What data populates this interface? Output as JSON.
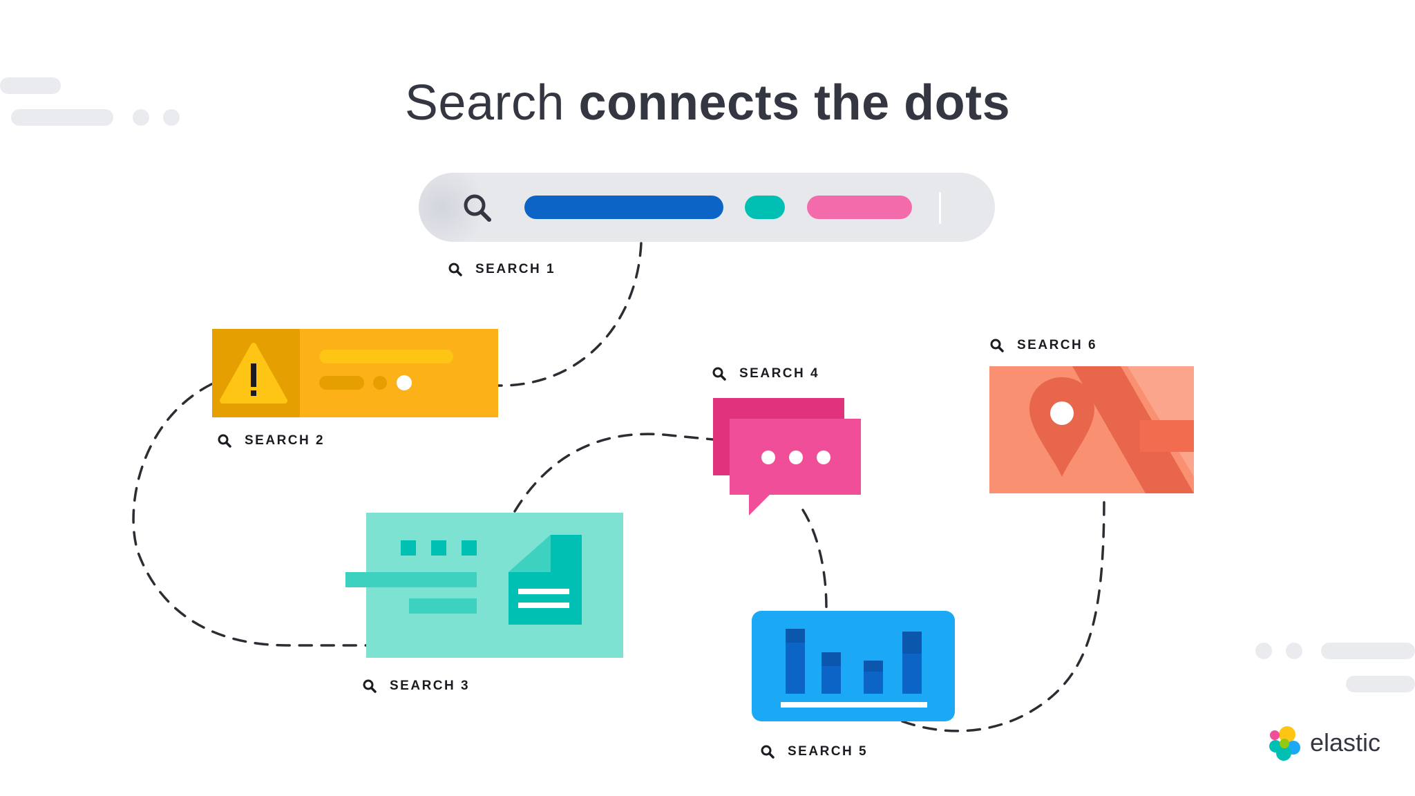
{
  "title": {
    "light": "Search",
    "bold": "connects the dots"
  },
  "search_labels": {
    "s1": "SEARCH 1",
    "s2": "SEARCH 2",
    "s3": "SEARCH 3",
    "s4": "SEARCH 4",
    "s5": "SEARCH 5",
    "s6": "SEARCH 6"
  },
  "brand": {
    "name": "elastic"
  },
  "colors": {
    "text": "#343741",
    "blue": "#0B64C6",
    "teal": "#00BFB3",
    "pink": "#F36BAA",
    "yellow": "#FBB117",
    "mint": "#7DE2D1",
    "magenta": "#E8488B",
    "sky": "#1BA9F5",
    "coral": "#F99072"
  }
}
